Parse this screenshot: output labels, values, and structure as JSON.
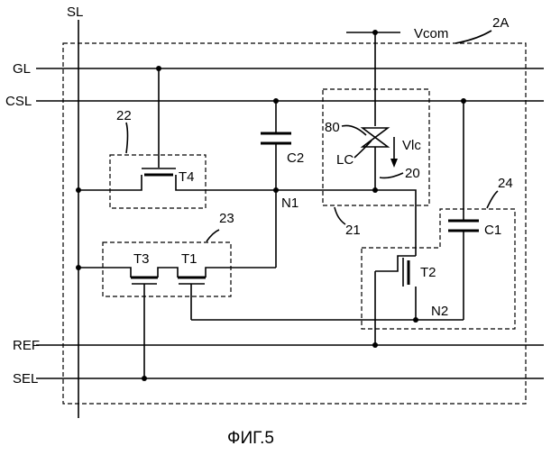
{
  "figure": {
    "caption": "ФИГ.5",
    "block_label": "2A"
  },
  "signals": {
    "sl": "SL",
    "vcom": "Vcom",
    "gl": "GL",
    "csl": "CSL",
    "ref": "REF",
    "sel": "SEL"
  },
  "components": {
    "t1": "T1",
    "t2": "T2",
    "t3": "T3",
    "t4": "T4",
    "c1": "C1",
    "c2": "C2",
    "lc": "LC",
    "vlc": "Vlc"
  },
  "nodes": {
    "n1": "N1",
    "n2": "N2"
  },
  "blocks": {
    "b20": "20",
    "b21": "21",
    "b22": "22",
    "b23": "23",
    "b24": "24",
    "b80": "80"
  }
}
